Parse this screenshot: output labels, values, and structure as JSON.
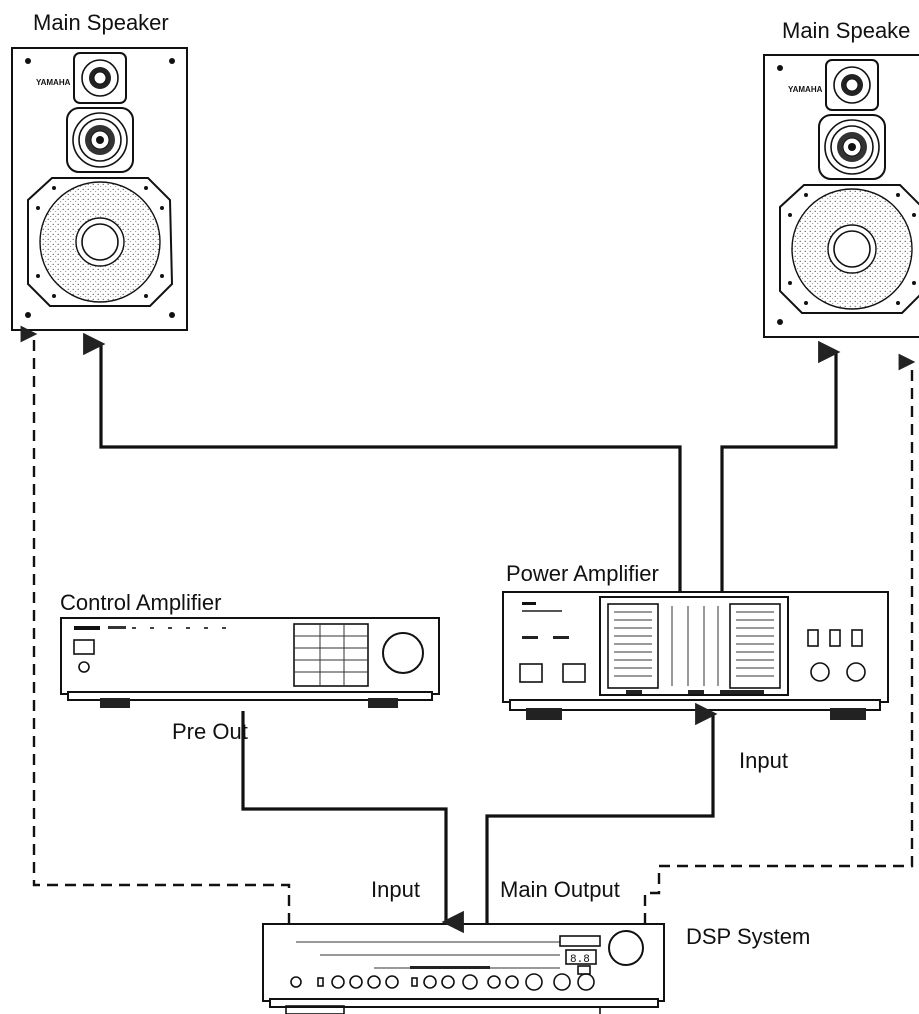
{
  "labels": {
    "left_speaker": "Main Speaker",
    "right_speaker": "Main Speake",
    "brand_left": "YAMAHA",
    "brand_right": "YAMAHA",
    "power_amp": "Power Amplifier",
    "control_amp": "Control Amplifier",
    "pre_out": "Pre Out",
    "power_input": "Input",
    "dsp_input": "Input",
    "main_output": "Main Output",
    "dsp_system": "DSP System",
    "dsp_display": "8.8"
  }
}
